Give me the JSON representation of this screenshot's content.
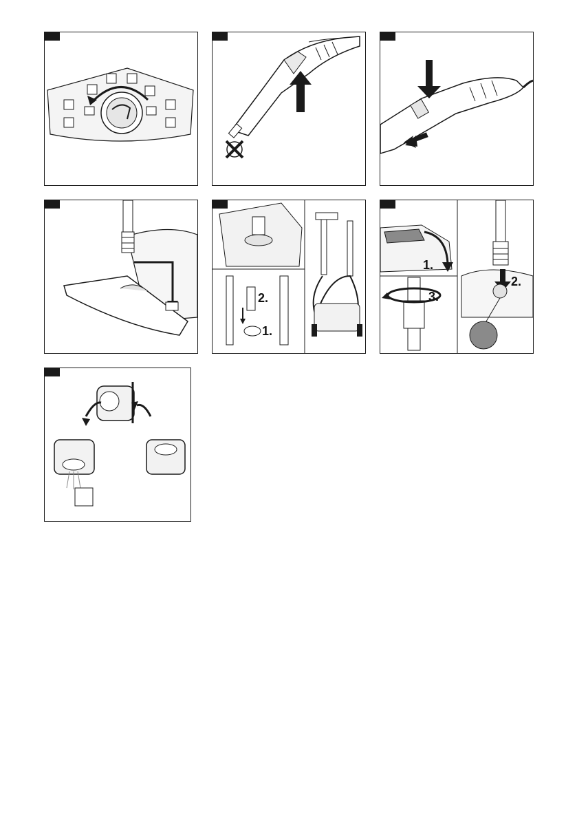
{
  "panels": [
    {
      "id": "control-dial"
    },
    {
      "id": "steam-gun-button"
    },
    {
      "id": "steam-gun-detach"
    },
    {
      "id": "floor-nozzle-park"
    },
    {
      "id": "accessory-storage",
      "steps": {
        "one": "1.",
        "two": "2."
      }
    },
    {
      "id": "filter-removal",
      "steps": {
        "one": "1.",
        "two": "2.",
        "three": "3."
      }
    },
    {
      "id": "tank-emptying"
    }
  ],
  "colors": {
    "ink": "#1a1a1a",
    "gray": "#8a8a8a",
    "light": "#d8d8d8"
  }
}
